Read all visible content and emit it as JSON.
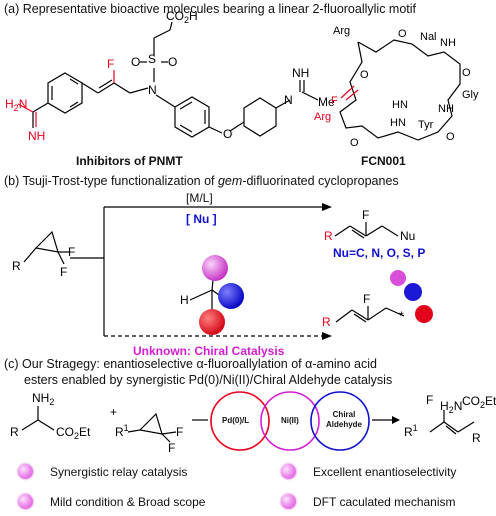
{
  "section_a": {
    "label": "(a) Representative bioactive molecules bearing a linear 2-fluoroallylic motif",
    "pnmt": {
      "caption": "Inhibitors of PNMT",
      "atoms": {
        "F": "F",
        "N": "N",
        "H2N": "H₂N",
        "NH": "NH",
        "CO2H": "CO₂H",
        "S": "S",
        "O1": "O",
        "O2": "O",
        "O3": "O",
        "N2": "N",
        "N3": "N",
        "NH_imine": "NH",
        "Me": "Me"
      }
    },
    "fcn": {
      "caption": "FCN001",
      "atoms": {
        "Arg1": "Arg",
        "Arg2": "Arg",
        "Nal": "Nal",
        "Gly": "Gly",
        "Tyr": "Tyr",
        "F": "F",
        "HN1": "HN",
        "HN2": "HN",
        "NH1": "NH",
        "NH2": "NH",
        "O1": "O",
        "O2": "O",
        "O3": "O",
        "O4": "O",
        "O5": "O"
      }
    }
  },
  "section_b": {
    "label_prefix": "(b)  Tsuji-Trost-type functionalization of ",
    "label_italic": "gem",
    "label_suffix": "-difluorinated cyclopropanes",
    "condition_top": "[M/L]",
    "condition_nu": "[ Nu ]",
    "product_nu": "Nu=C, N, O, S, P",
    "unknown": "Unknown: Chiral Catalysis",
    "atoms": {
      "R": "R",
      "F1": "F",
      "F2": "F",
      "Nu": "Nu",
      "R2": "R",
      "F3": "F",
      "H": "H",
      "R3": "R",
      "F4": "F",
      "star": "*"
    }
  },
  "section_c": {
    "label_line1": "(c) Our Stragegy:  enantioselective α-fluoroallylation of  α-amino acid",
    "label_line2": "esters enabled by synergistic Pd(0)/Ni(II)/Chiral Aldehyde catalysis",
    "cycles": [
      "Pd(0)/L",
      "Ni(II)",
      "Chiral Aldehyde"
    ],
    "atoms": {
      "NH2": "NH₂",
      "R": "R",
      "CO2Et": "CO₂Et",
      "plus": "+",
      "R1": "R¹",
      "F1": "F",
      "F2": "F",
      "Fp": "F",
      "H2N": "H₂N",
      "CO2Et2": "CO₂Et",
      "R1p": "R¹",
      "Rp": "R"
    },
    "features": [
      "Synergistic relay catalysis",
      "Excellent enantioselectivity",
      "Mild condition & Broad scope",
      "DFT caculated mechanism"
    ]
  },
  "colors": {
    "red": "#e8001c",
    "blue": "#1010d0",
    "magenta": "#d21ed2",
    "pink": "#e87ae8"
  }
}
